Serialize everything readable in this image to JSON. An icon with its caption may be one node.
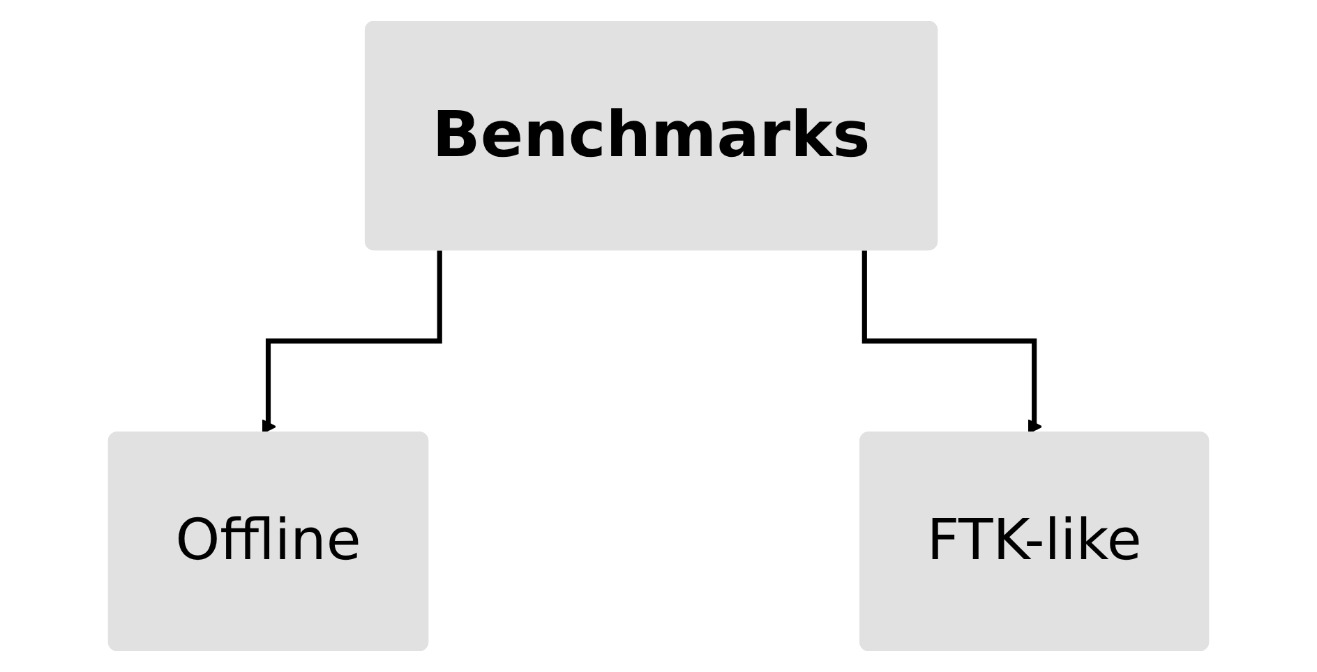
{
  "diagram": {
    "nodes": [
      {
        "text": [
          "Benchmarks"
        ]
      },
      {
        "text": [
          "Offline"
        ]
      },
      {
        "text": [
          "FTK-like"
        ]
      }
    ],
    "edges": [
      {
        "from": 0,
        "to": 1,
        "arrow": "to"
      },
      {
        "from": 0,
        "to": 2,
        "arrow": "to"
      }
    ]
  }
}
